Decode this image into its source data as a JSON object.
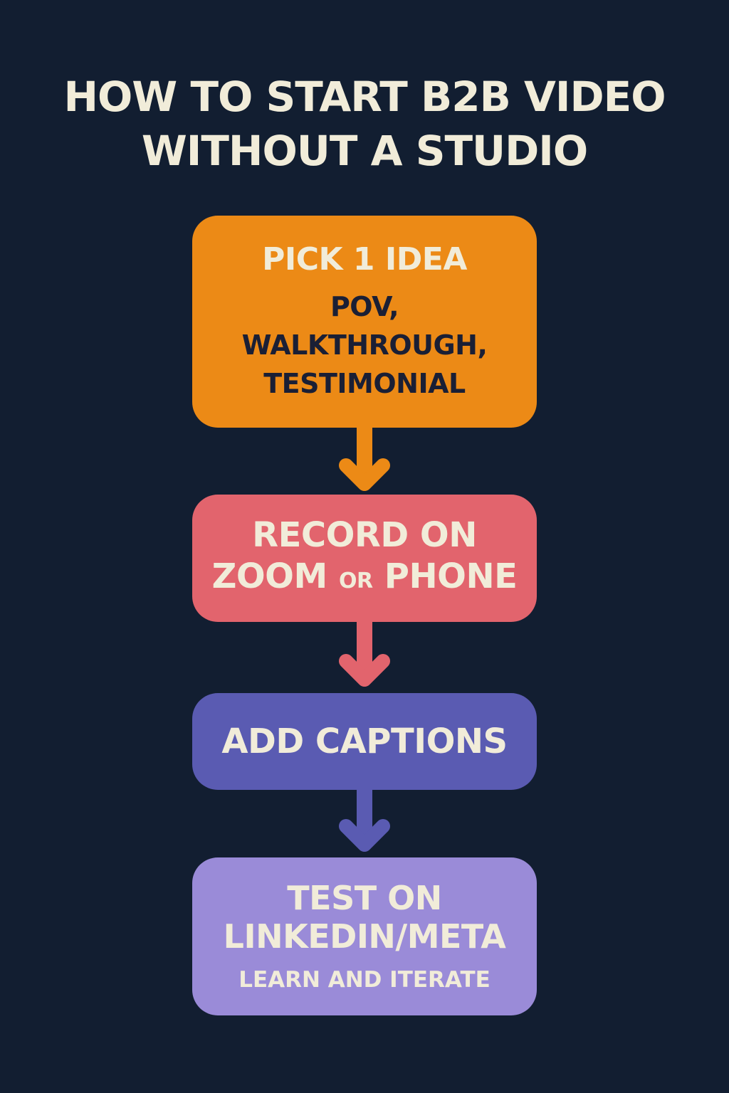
{
  "title": {
    "line1": "HOW TO START B2B VIDEO",
    "line2": "WITHOUT A STUDIO"
  },
  "steps": [
    {
      "heading": "PICK 1 IDEA",
      "details": [
        "POV,",
        "WALKTHROUGH,",
        "TESTIMONIAL"
      ],
      "color": "#ec8a16"
    },
    {
      "line1": "RECORD ON",
      "line2_a": "ZOOM",
      "line2_or": "OR",
      "line2_b": "PHONE",
      "color": "#e2646d"
    },
    {
      "heading": "ADD CAPTIONS",
      "color": "#5a5bb2"
    },
    {
      "line1": "TEST ON",
      "line2": "LINKEDIN/META",
      "sub": "LEARN AND ITERATE",
      "color": "#9a8bd8"
    }
  ],
  "colors": {
    "background": "#121e31",
    "text_light": "#f1ecd9",
    "text_dark": "#1a1f35"
  }
}
